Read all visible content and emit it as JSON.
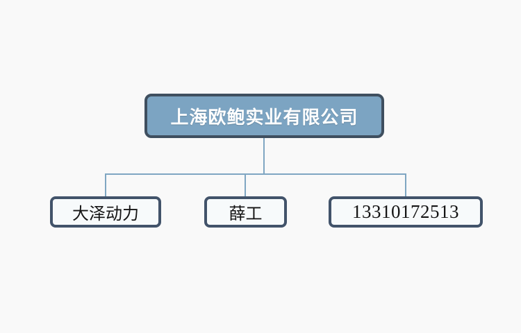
{
  "diagram": {
    "type": "org-chart",
    "root": {
      "label": "上海欧鲍实业有限公司"
    },
    "children": [
      {
        "label": "大泽动力"
      },
      {
        "label": "薛工"
      },
      {
        "label": "13310172513"
      }
    ]
  },
  "colors": {
    "background": "#f9f9f9",
    "root_fill": "#7CA4C2",
    "root_border": "#3F4F5F",
    "root_text": "#ffffff",
    "child_fill": "#F7FAFB",
    "child_border": "#42536A",
    "child_text": "#141414",
    "connector": "#7FA6C2"
  }
}
